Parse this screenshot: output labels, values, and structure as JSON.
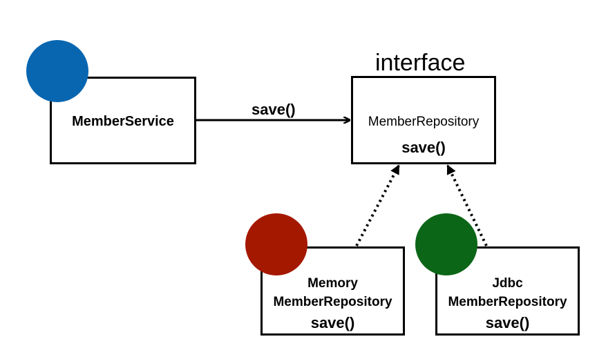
{
  "interface_label": "interface",
  "member_service": {
    "name": "MemberService",
    "badge_color": "#0866b1"
  },
  "member_repository": {
    "name": "MemberRepository",
    "method": "save()"
  },
  "call_arrow": {
    "label": "save()"
  },
  "memory_repository": {
    "line1": "Memory",
    "line2": "MemberRepository",
    "method": "save()",
    "badge_color": "#a51800"
  },
  "jdbc_repository": {
    "line1": "Jdbc",
    "line2": "MemberRepository",
    "method": "save()",
    "badge_color": "#0c6617"
  }
}
